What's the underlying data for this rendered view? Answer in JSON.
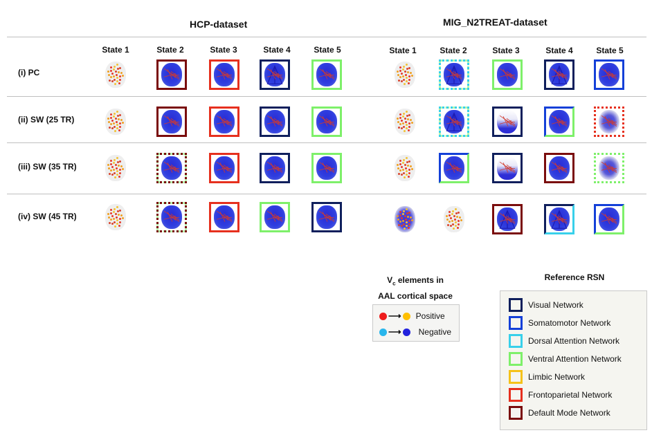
{
  "datasets": [
    {
      "title": "HCP-dataset"
    },
    {
      "title": "MIG_N2TREAT-dataset"
    }
  ],
  "state_headers": [
    "State 1",
    "State 2",
    "State 3",
    "State 4",
    "State 5"
  ],
  "row_labels": [
    "(i) PC",
    "(ii) SW (25 TR)",
    "(iii) SW (35 TR)",
    "(iv) SW (45 TR)"
  ],
  "vc_legend": {
    "title_prefix": "V",
    "title_subscript": "c",
    "title_line1_rest": " elements in",
    "title_line2": "AAL cortical space",
    "positive_label": "Positive",
    "negative_label": "Negative",
    "colors": {
      "pos_start": "#ee1c1c",
      "pos_end": "#ffbf00",
      "neg_start": "#29b6ec",
      "neg_end": "#2222dd"
    }
  },
  "rsn_legend": {
    "title": "Reference RSN",
    "items": [
      {
        "label": "Visual Network",
        "color": "#0f1f5c"
      },
      {
        "label": "Somatomotor Network",
        "color": "#1440d8"
      },
      {
        "label": "Dorsal Attention Network",
        "color": "#38d0ea"
      },
      {
        "label": "Ventral Attention Network",
        "color": "#7ef06a"
      },
      {
        "label": "Limbic Network",
        "color": "#f5c21a"
      },
      {
        "label": "Frontoparietal Network",
        "color": "#e6301e"
      },
      {
        "label": "Default Mode Network",
        "color": "#7a0c0c"
      }
    ]
  }
}
